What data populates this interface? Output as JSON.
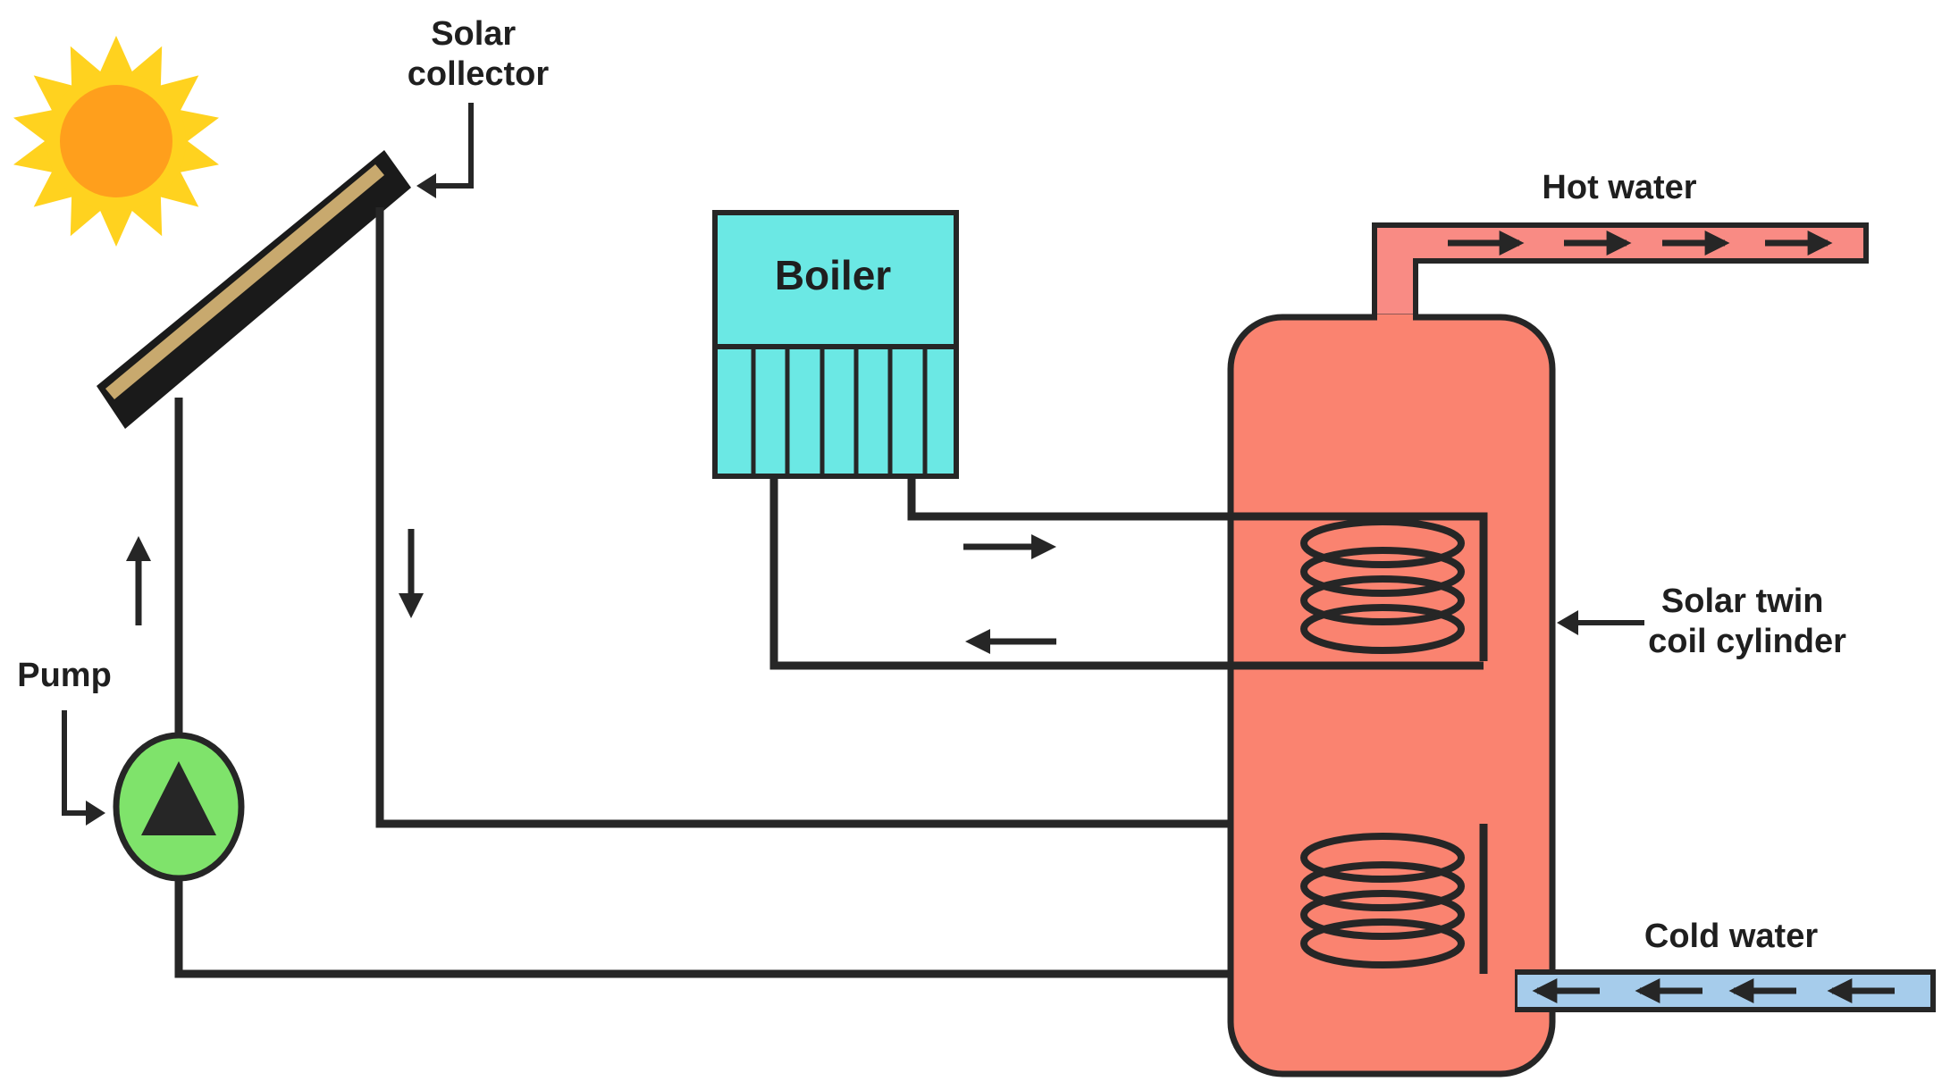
{
  "labels": {
    "solar_collector_line1": "Solar",
    "solar_collector_line2": "collector",
    "boiler": "Boiler",
    "hot_water": "Hot water",
    "cold_water": "Cold water",
    "pump": "Pump",
    "cylinder_line1": "Solar twin",
    "cylinder_line2": "coil cylinder"
  },
  "colors": {
    "sun_core": "#FF9F1C",
    "sun_rays": "#FFD21F",
    "collector_frame": "#1A1A1A",
    "collector_glass": "#C8A96E",
    "boiler_fill": "#6BE8E4",
    "cylinder_fill": "#FA8370",
    "hot_water_pipe": "#F98B84",
    "cold_water_pipe": "#A6CCEB",
    "pump_fill": "#7FE36B",
    "line": "#262626"
  },
  "icons": {
    "sun": "sun-icon",
    "pump": "pump-icon"
  }
}
